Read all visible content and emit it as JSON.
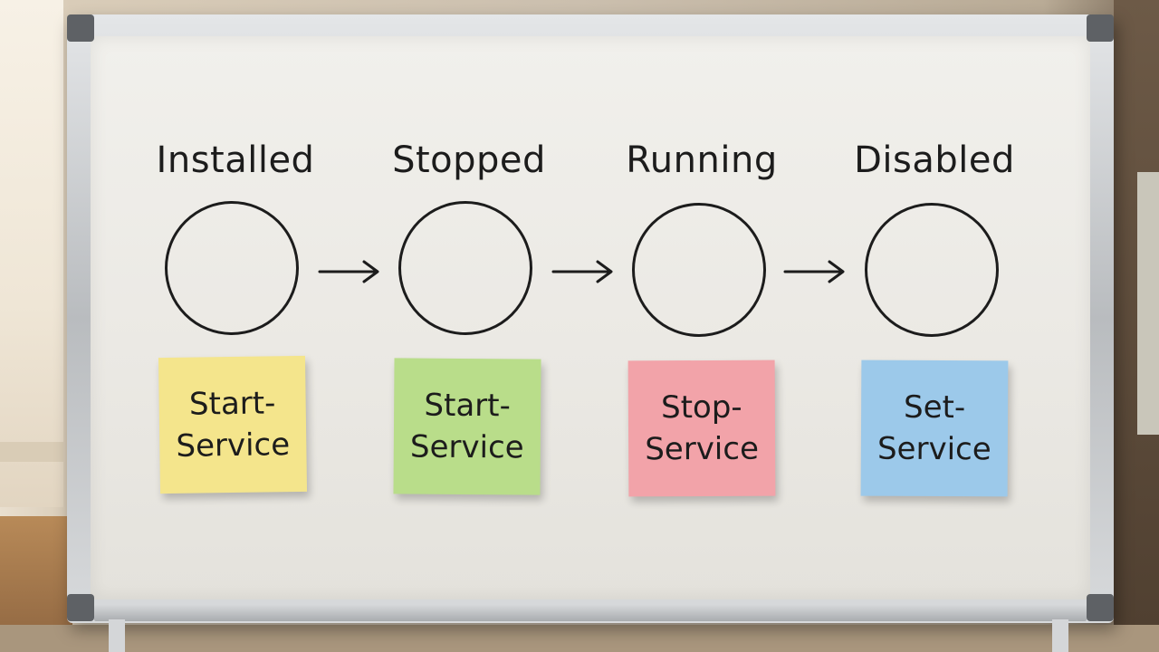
{
  "scene": {
    "colors": {
      "board": "#ecebe6",
      "ink": "#1c1c1c",
      "frame": "#c4c7ca"
    }
  },
  "diagram": {
    "states": [
      {
        "label": "Installed"
      },
      {
        "label": "Stopped"
      },
      {
        "label": "Running"
      },
      {
        "label": "Disabled"
      }
    ],
    "notes": [
      {
        "line1": "Start-",
        "line2": "Service",
        "color": "#f4e58c"
      },
      {
        "line1": "Start-",
        "line2": "Service",
        "color": "#b9dd8a"
      },
      {
        "line1": "Stop-",
        "line2": "Service",
        "color": "#f2a3a9"
      },
      {
        "line1": "Set-",
        "line2": "Service",
        "color": "#9cc9ea"
      }
    ],
    "arrow_icon": "right-arrow-icon"
  }
}
